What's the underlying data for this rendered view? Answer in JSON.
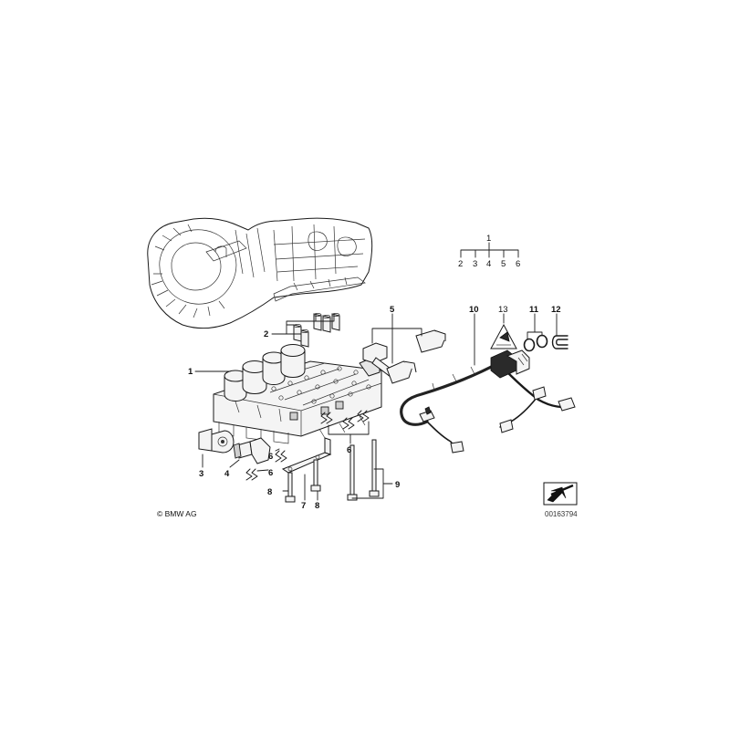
{
  "labels": {
    "l1": "1",
    "l2": "2",
    "l3": "3",
    "l4": "4",
    "l5": "5",
    "l6a": "6",
    "l6b": "6",
    "l6c": "6",
    "l7": "7",
    "l8a": "8",
    "l8b": "8",
    "l9": "9",
    "l10": "10",
    "l11": "11",
    "l12": "12",
    "l13": "13"
  },
  "hierarchy": {
    "parent": "1",
    "children": [
      "2",
      "3",
      "4",
      "5",
      "6"
    ]
  },
  "copyright": "© BMW AG",
  "diagram_number": "00163794"
}
